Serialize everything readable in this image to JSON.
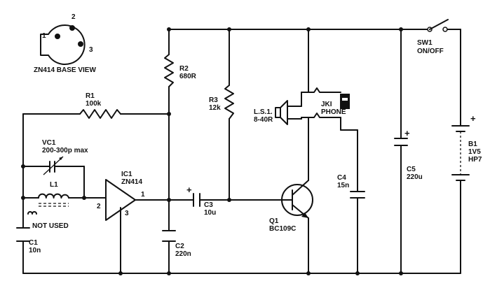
{
  "base_view": {
    "caption": "ZN414 BASE VIEW",
    "pins": [
      "1",
      "2",
      "3"
    ]
  },
  "components": {
    "r1": {
      "ref": "R1",
      "value": "100k"
    },
    "r2": {
      "ref": "R2",
      "value": "680R"
    },
    "r3": {
      "ref": "R3",
      "value": "12k"
    },
    "vc1": {
      "ref": "VC1",
      "value": "200-300p max"
    },
    "l1": {
      "ref": "L1"
    },
    "not_used": "NOT USED",
    "c1": {
      "ref": "C1",
      "value": "10n"
    },
    "ic1": {
      "ref": "IC1",
      "value": "ZN414",
      "pin1": "1",
      "pin2": "2",
      "pin3": "3"
    },
    "c2": {
      "ref": "C2",
      "value": "220n"
    },
    "c3": {
      "ref": "C3",
      "value": "10u",
      "polarity": "+"
    },
    "q1": {
      "ref": "Q1",
      "value": "BC109C"
    },
    "ls1": {
      "ref": "L.S.1.",
      "value": "8-40R"
    },
    "jk1": {
      "ref": "JKI",
      "value": "PHONE"
    },
    "c4": {
      "ref": "C4",
      "value": "15n"
    },
    "c5": {
      "ref": "C5",
      "value": "220u",
      "polarity": "+"
    },
    "sw1": {
      "ref": "SW1",
      "value": "ON/OFF"
    },
    "b1": {
      "ref": "B1",
      "value": "1V5",
      "type": "HP7",
      "polarity": "+"
    }
  },
  "colors": {
    "ink": "#111111",
    "paper": "#ffffff"
  }
}
